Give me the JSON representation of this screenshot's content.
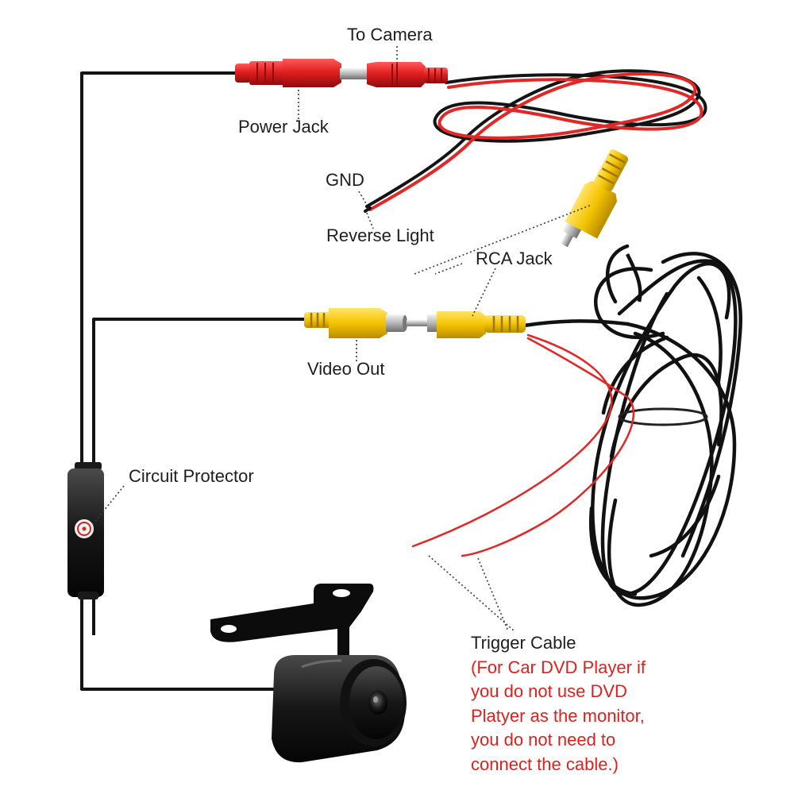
{
  "labels": {
    "to_camera": "To Camera",
    "power_jack": "Power Jack",
    "gnd": "GND",
    "reverse_light": "Reverse Light",
    "rca_jack": "RCA Jack",
    "video_out": "Video Out",
    "circuit_protector": "Circuit Protector"
  },
  "trigger_note": {
    "title": "Trigger Cable",
    "lines": [
      "(For Car DVD Player if",
      "you do not use DVD",
      "Platyer as the monitor,",
      "you do not need to",
      "connect the cable.)"
    ]
  },
  "colors": {
    "cable": "#141414",
    "power_red": "#e32626",
    "rca_yellow": "#f2c200",
    "note_red": "#e0201d",
    "leader": "#3a3a3a"
  }
}
